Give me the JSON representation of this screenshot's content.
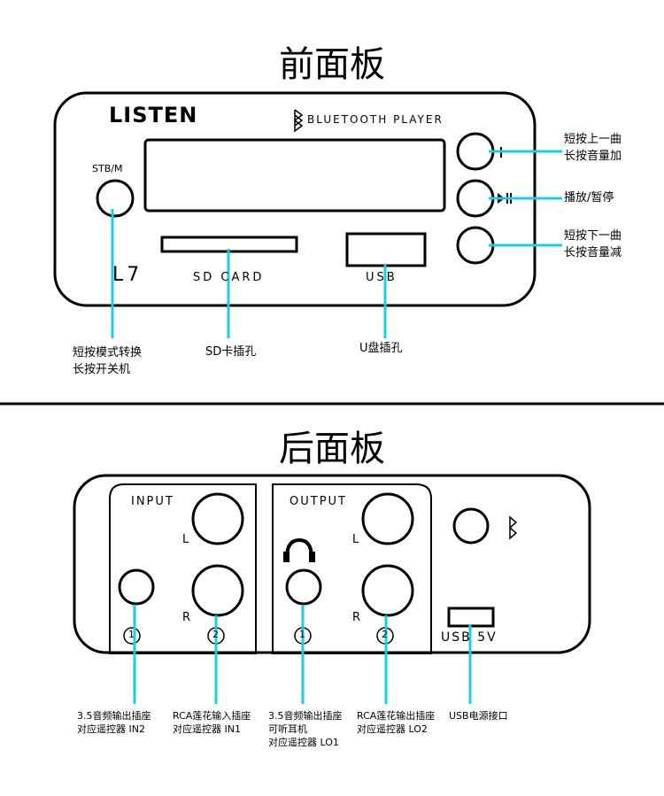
{
  "front": {
    "title": "前面板",
    "brand": "LISTEN",
    "player_label": "BLUETOOTH PLAYER",
    "stb_label": "STB/M",
    "model": "L7",
    "sd_label": "SD CARD",
    "usb_label": "USB",
    "callouts": {
      "up": "短按上一曲\n长按音量加",
      "play": "播放/暂停",
      "down": "短按下一曲\n长按音量减",
      "mode": "短按模式转换\n长按开关机",
      "sd": "SD卡插孔",
      "usb": "U盘插孔"
    }
  },
  "back": {
    "title": "后面板",
    "input_label": "INPUT",
    "output_label": "OUTPUT",
    "left_channel": "L",
    "right_channel": "R",
    "num1": "1",
    "num2": "2",
    "usb5v_label": "USB 5V",
    "callouts": {
      "in2": "3.5音频输出插座\n对应遥控器 IN2",
      "in1": "RCA莲花输入插座\n对应遥控器 IN1",
      "lo1": "3.5音频输出插座\n可听耳机\n对应遥控器 LO1",
      "lo2": "RCA莲花输出插座\n对应遥控器 LO2",
      "usbpower": "USB电源接口"
    }
  },
  "colors": {
    "callout_line": "#1ccfe0",
    "ink": "#000000"
  }
}
